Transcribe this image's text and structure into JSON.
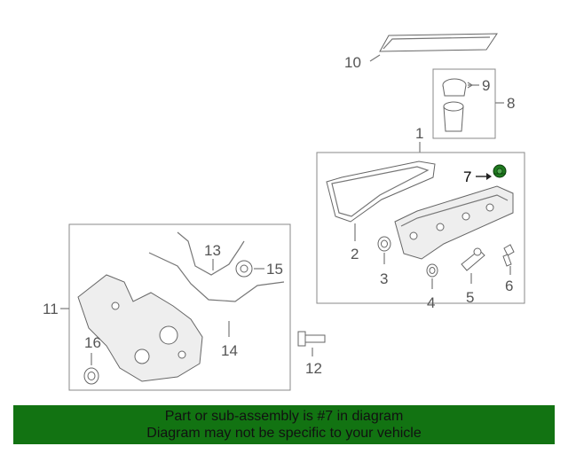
{
  "callouts": {
    "c1": "1",
    "c2": "2",
    "c3": "3",
    "c4": "4",
    "c5": "5",
    "c6": "6",
    "c7": "7",
    "c8": "8",
    "c9": "9",
    "c10": "10",
    "c11": "11",
    "c12": "12",
    "c13": "13",
    "c14": "14",
    "c15": "15",
    "c16": "16"
  },
  "highlighted_part": "7",
  "colors": {
    "banner_bg": "#127312",
    "highlight_part": "#1f7a1f"
  },
  "banner": {
    "line1": "Part or sub-assembly is #7 in diagram",
    "line2": "Diagram may not be specific to your vehicle"
  }
}
